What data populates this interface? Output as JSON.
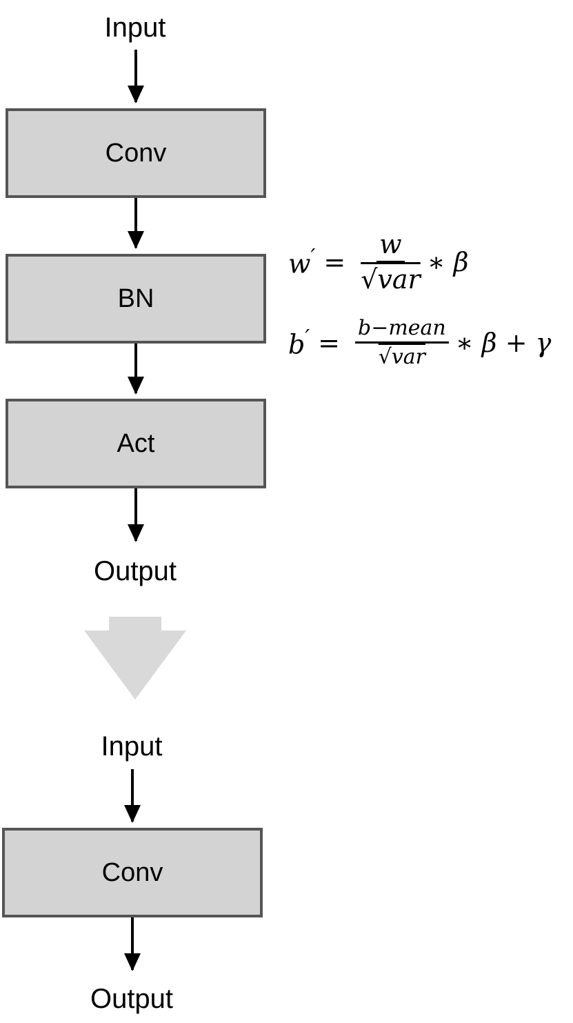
{
  "top_flow": {
    "input_label": "Input",
    "conv_label": "Conv",
    "bn_label": "BN",
    "act_label": "Act",
    "output_label": "Output"
  },
  "formulas": {
    "w_lhs": "w",
    "w_num": "w",
    "w_den": "√var",
    "w_rhs": "∗  β",
    "b_lhs": "b",
    "b_num": "b−mean",
    "b_den": "√var",
    "b_rhs": "∗ β + γ",
    "prime": "′",
    "equals": "="
  },
  "bottom_flow": {
    "input_label": "Input",
    "conv_label": "Conv",
    "output_label": "Output"
  },
  "colors": {
    "box_fill": "#d3d3d3",
    "box_border": "#555555",
    "big_arrow": "#d9d9d9"
  }
}
